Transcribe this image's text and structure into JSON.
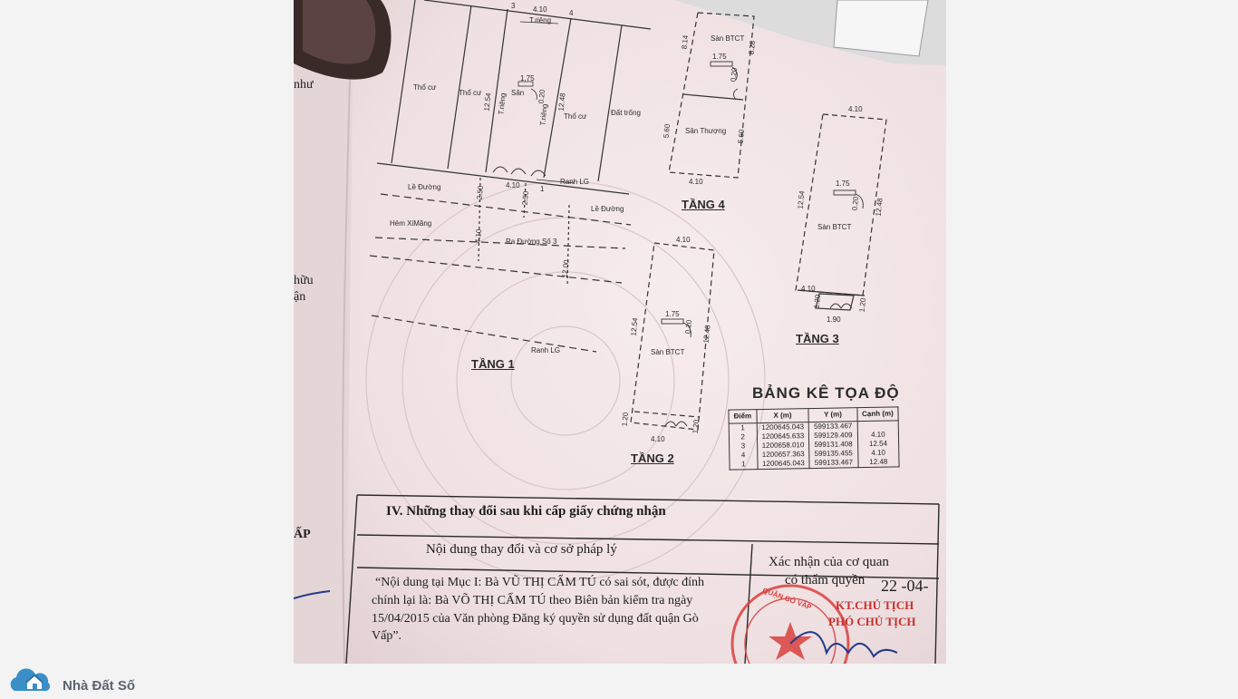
{
  "brand": {
    "name": "Nhà Đất Số"
  },
  "floor1": {
    "title": "TẦNG 1",
    "labels": {
      "lane": "T.riêng",
      "top_width": "4.10",
      "p3": "3",
      "p4": "4",
      "res1": "Thổ cư",
      "res2": "Thổ cư",
      "res3": "Thổ cư",
      "empty_land": "Đất trống",
      "stair_w": "1.75",
      "stair_d": "0.20",
      "san": "Sân",
      "len_left": "12.54",
      "len_right": "12.48",
      "lane2": "T.riêng",
      "lane3": "T.riêng",
      "bottom_width": "4.10",
      "p1": "1",
      "ranh1": "Ranh LG",
      "road1": "Lề Đường",
      "road2": "Lề Đường",
      "off1": "2.50",
      "off2": "2.50",
      "alley": "Hẻm XiMăng",
      "alley_w": "4.10",
      "to_road3": "Ra Đường Số 3",
      "road_w": "12.00",
      "ranh2": "Ranh LG"
    }
  },
  "floor2": {
    "title": "TẦNG 2",
    "labels": {
      "top_w": "4.10",
      "stair_w": "1.75",
      "stair_d": "0.20",
      "len_left": "12.54",
      "len_right": "12.48",
      "floor": "Sàn BTCT",
      "ex_left": "1.20",
      "ex_right": "1.20",
      "bottom_w": "4.10"
    }
  },
  "floor3": {
    "title": "TẦNG 3",
    "labels": {
      "top_w": "4.10",
      "stair_w": "1.75",
      "stair_d": "0.20",
      "len_left": "12.54",
      "len_right": "12.48",
      "floor": "Sàn BTCT",
      "bottom_w": "4.10",
      "ex_left": "1.20",
      "ex_right": "1.20",
      "balcony_w": "1.90"
    }
  },
  "floor4": {
    "title": "TẦNG 4",
    "labels": {
      "floor": "Sàn BTCT",
      "stair_w": "1.75",
      "stair_d": "0.20",
      "len_left_top": "8.14",
      "len_right_top": "8.28",
      "terrace": "Sân Thượng",
      "len_left_bot": "5.60",
      "len_right_bot": "5.60",
      "bottom_w": "4.10"
    }
  },
  "coordinate_table": {
    "title": "BẢNG KÊ TỌA ĐỘ",
    "headers": [
      "Điểm",
      "X (m)",
      "Y (m)",
      "Cạnh (m)"
    ],
    "rows": [
      [
        "1",
        "1200645.043",
        "599133.467",
        ""
      ],
      [
        "2",
        "1200645.633",
        "599129.409",
        "4.10"
      ],
      [
        "3",
        "1200658.010",
        "599131.408",
        "12.54"
      ],
      [
        "4",
        "1200657.363",
        "599135.455",
        "4.10"
      ],
      [
        "1",
        "1200645.043",
        "599133.467",
        "12.48"
      ]
    ]
  },
  "changes": {
    "section_title": "IV. Những thay đổi sau khi cấp giấy chứng nhận",
    "col1_header": "Nội dung thay đổi và cơ sở pháp lý",
    "col2_header_line1": "Xác nhận của cơ quan",
    "col2_header_line2": "có thẩm quyền",
    "note_line1": "“Nội dung tại Mục I: Bà VŨ THỊ CẨM TÚ có sai sót, được đính",
    "note_line2": "chính lại là: Bà VÕ THỊ CẨM TÚ theo Biên bản kiểm tra ngày",
    "note_line3": "15/04/2015 của Văn phòng Đăng ký quyền sử dụng đất quận Gò",
    "note_line4": "Vấp”.",
    "date_fragment": "22 -04-",
    "signer_line1": "KT.CHỦ TỊCH",
    "signer_line2": "PHÓ CHỦ TỊCH",
    "stamp_text": "QUẬN GÒ VẤP"
  },
  "edge_fragments": {
    "f1": "như",
    "f2": "hữu",
    "f3": "ận",
    "f4": "ẤP"
  }
}
